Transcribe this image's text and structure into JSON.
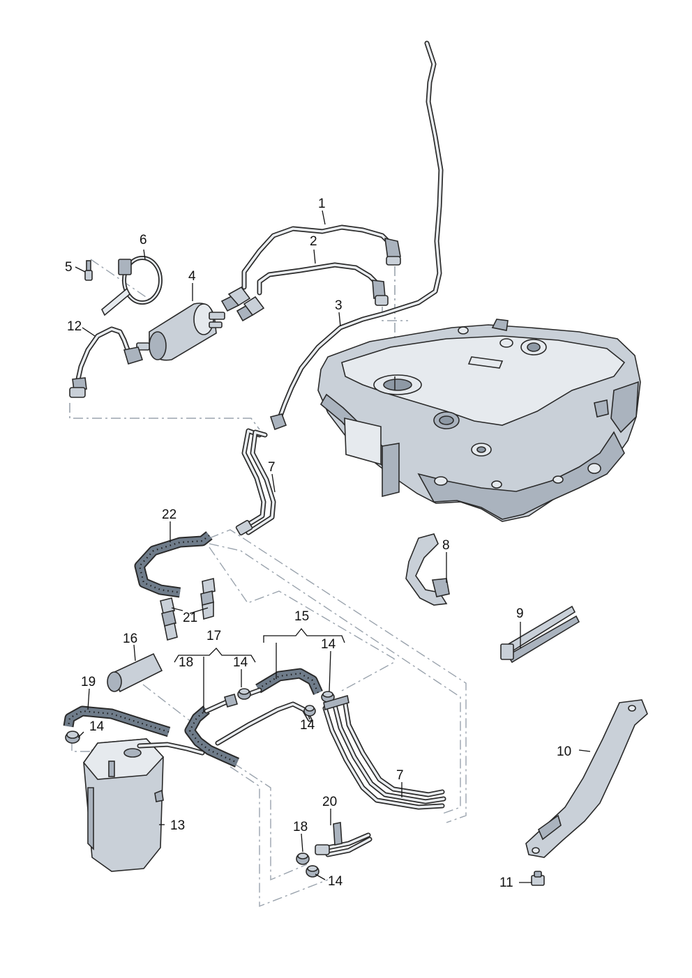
{
  "callouts": {
    "c1": "1",
    "c2": "2",
    "c3": "3",
    "c4": "4",
    "c5": "5",
    "c6": "6",
    "c7a": "7",
    "c7b": "7",
    "c8": "8",
    "c9": "9",
    "c10": "10",
    "c11": "11",
    "c12": "12",
    "c13": "13",
    "c14a": "14",
    "c14b": "14",
    "c14c": "14",
    "c14d": "14",
    "c14e": "14",
    "c15": "15",
    "c16": "16",
    "c17": "17",
    "c18a": "18",
    "c18b": "18",
    "c19": "19",
    "c20": "20",
    "c21": "21",
    "c22": "22"
  },
  "colors": {
    "line": "#111111",
    "assembly_dash": "#9aa3ad",
    "part_fill": "#c9d0d8",
    "hose_fill": "#6f7c8a"
  }
}
